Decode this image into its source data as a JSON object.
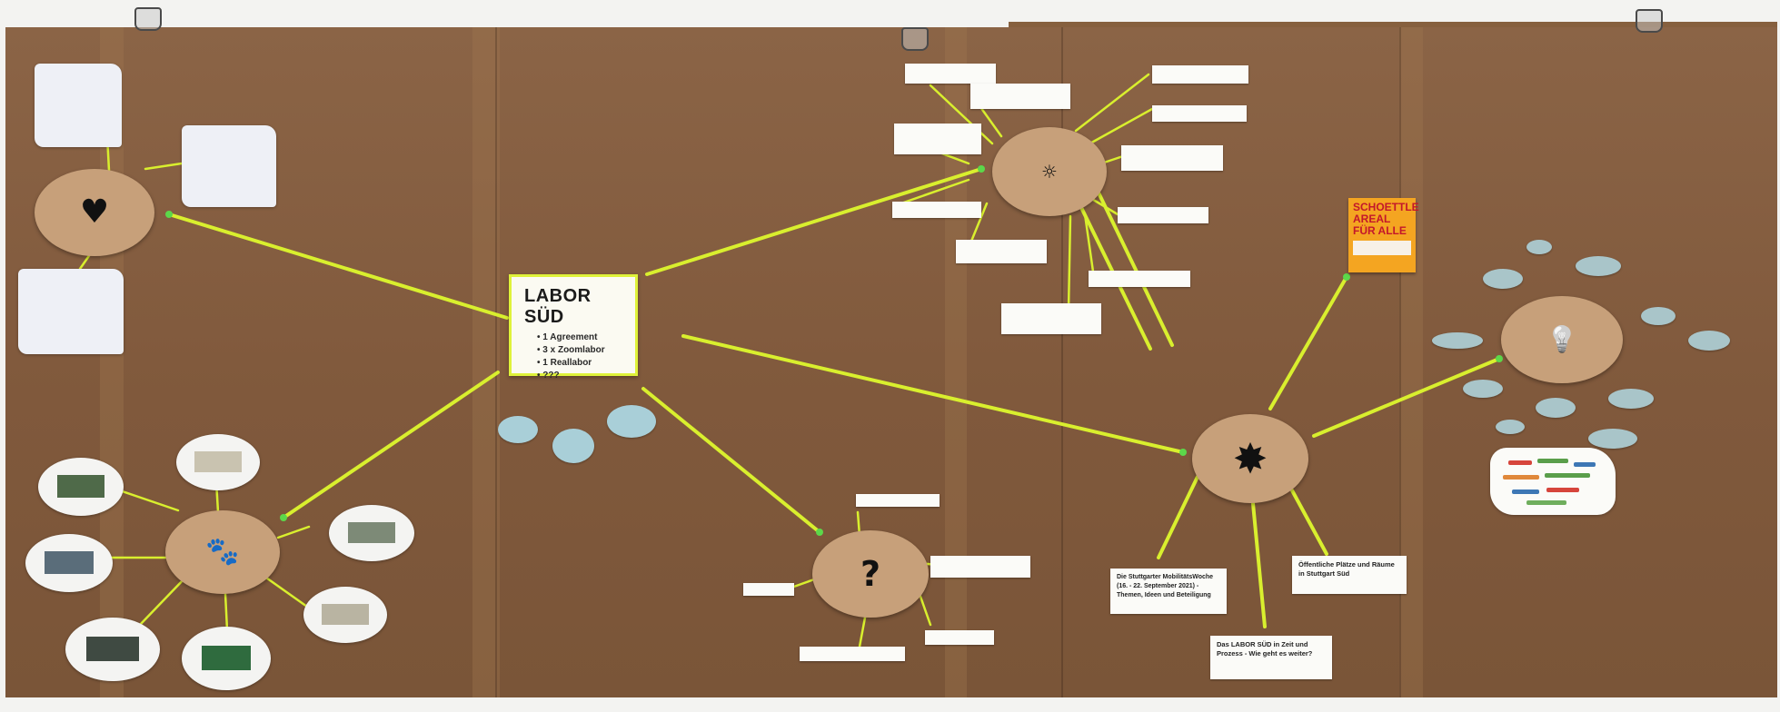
{
  "board": {
    "title": "LABOR SÜD",
    "items": [
      "1 Agreement",
      "3 x Zoomlabor",
      "1 Reallabor",
      "???"
    ]
  },
  "hubs": {
    "heart": "♥",
    "paw": "🐾",
    "sun": "☼",
    "question": "?",
    "star": "✸",
    "bulb": "💡"
  },
  "labels": {
    "march": "Die Stuttgarter MobilitätsWoche (16. - 22. September 2021) - Themen, Ideen und Beteiligung",
    "places": "Öffentliche Plätze und Räume in Stuttgart Süd",
    "future": "Das LABOR SÜD in Zeit und Prozess - Wie geht es weiter?"
  },
  "poster": {
    "title_lines": [
      "SCHOETTLE",
      "AREAL",
      "FÜR ALLE"
    ]
  },
  "colors": {
    "board": "#80593c",
    "lines": "#d9ef2e",
    "dots": "#5cd84a",
    "hub": "#c7a07a",
    "bubble": "#a9cfd8"
  }
}
